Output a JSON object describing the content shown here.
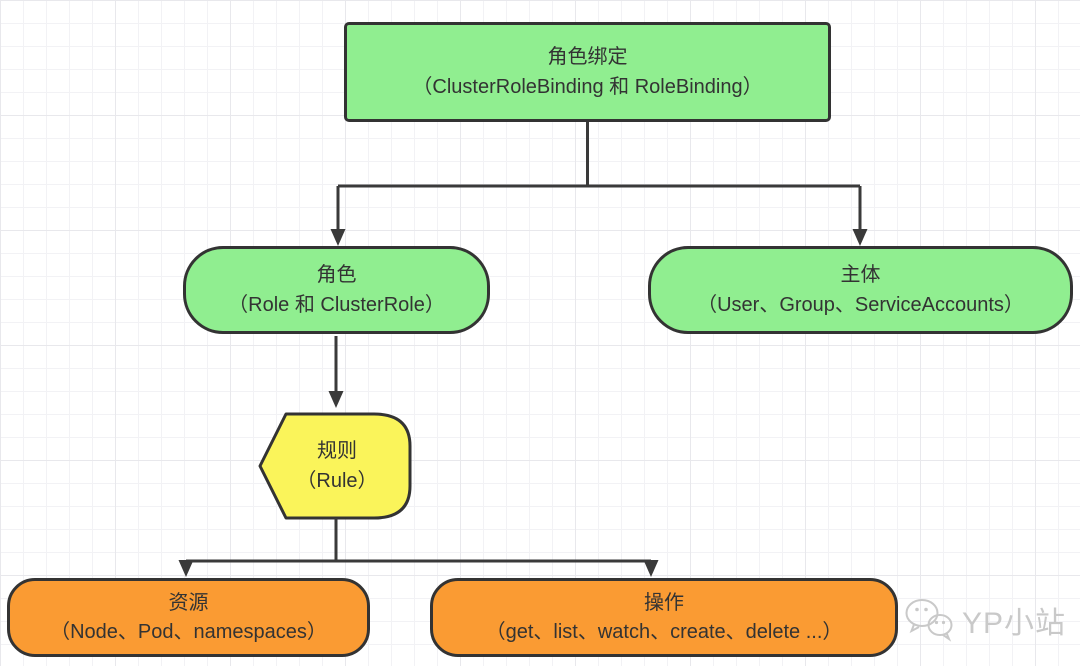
{
  "colors": {
    "canvas": "#ffffff",
    "grid_minor": "#f2f2f5",
    "grid_major": "#e8e8ec",
    "node_green": "#90ee90",
    "node_yellow": "#faf45a",
    "node_orange": "#fa9b33",
    "border": "#333333",
    "connector": "#3a3a3a",
    "text": "#333333",
    "watermark": "#c9c9c9"
  },
  "nodes": {
    "role_binding": {
      "title": "角色绑定",
      "subtitle": "（ClusterRoleBinding 和 RoleBinding）"
    },
    "role": {
      "title": "角色",
      "subtitle": "（Role 和 ClusterRole）"
    },
    "subject": {
      "title": "主体",
      "subtitle": "（User、Group、ServiceAccounts）"
    },
    "rule": {
      "title": "规则",
      "subtitle": "（Rule）"
    },
    "resource": {
      "title": "资源",
      "subtitle": "（Node、Pod、namespaces）"
    },
    "operation": {
      "title": "操作",
      "subtitle": "（get、list、watch、create、delete ...）"
    }
  },
  "watermark": {
    "label": "YP小站",
    "icon": "wechat-logo"
  }
}
